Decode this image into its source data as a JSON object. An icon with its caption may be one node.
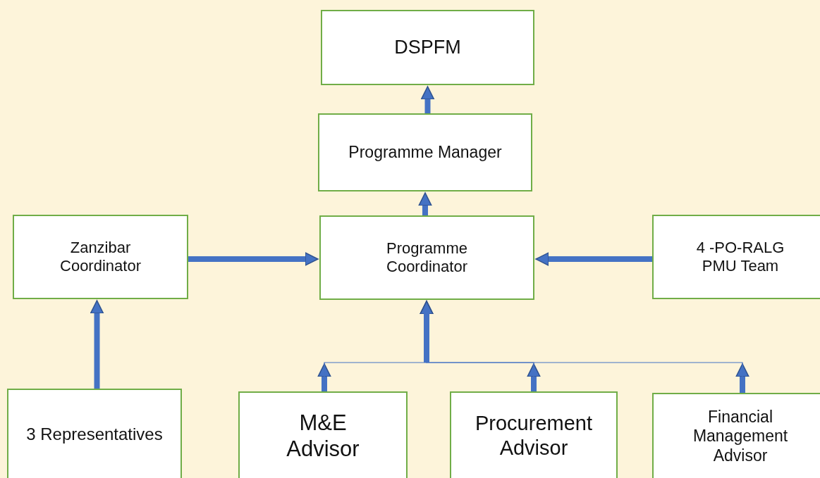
{
  "diagram": {
    "nodes": [
      {
        "text": [
          "DSPFM"
        ]
      },
      {
        "text": [
          "Programme Manager"
        ]
      },
      {
        "text": [
          "Zanzibar Coordinator"
        ]
      },
      {
        "text": [
          "Programme Coordinator"
        ]
      },
      {
        "text": [
          "4 -PO-RALG PMU Team"
        ]
      },
      {
        "text": [
          "3 Representatives"
        ]
      },
      {
        "text": [
          "M&E Advisor"
        ]
      },
      {
        "text": [
          "Procurement Advisor"
        ]
      },
      {
        "text": [
          "Financial Management Advisor"
        ]
      }
    ],
    "edges": [
      {
        "from": 1,
        "to": 0,
        "arrow": "to"
      },
      {
        "from": 3,
        "to": 1,
        "arrow": "to"
      },
      {
        "from": 2,
        "to": 3,
        "arrow": "to"
      },
      {
        "from": 4,
        "to": 3,
        "arrow": "to"
      },
      {
        "from": 5,
        "to": 2,
        "arrow": "to"
      },
      {
        "from": 6,
        "to": 3,
        "arrow": "to"
      },
      {
        "from": 7,
        "to": 3,
        "arrow": "to"
      },
      {
        "from": 8,
        "to": 3,
        "arrow": "to"
      }
    ]
  }
}
